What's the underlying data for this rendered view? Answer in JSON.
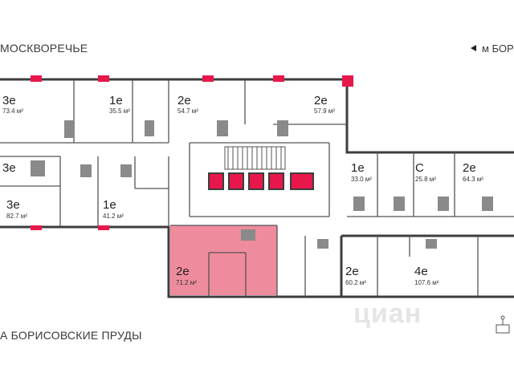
{
  "streets": {
    "top": "МОСКВОРЕЧЬЕ",
    "bottom": "А БОРИСОВСКИЕ ПРУДЫ"
  },
  "metro": {
    "label": "м БОР"
  },
  "watermark": "циан",
  "colors": {
    "highlight": "#ee8b9c",
    "accent": "#e8174b",
    "wall": "#3d3d3d",
    "fixture": "#8a8a8a"
  },
  "apartments": [
    {
      "type": "3е",
      "area": "73.4 м²",
      "highlighted": false
    },
    {
      "type": "1е",
      "area": "35.5 м²",
      "highlighted": false
    },
    {
      "type": "2е",
      "area": "54.7 м²",
      "highlighted": false
    },
    {
      "type": "2е",
      "area": "57.9 м²",
      "highlighted": false
    },
    {
      "type": "3е",
      "area": "",
      "highlighted": false
    },
    {
      "type": "1е",
      "area": "33.0 м²",
      "highlighted": false
    },
    {
      "type": "С",
      "area": "25.8 м²",
      "highlighted": false
    },
    {
      "type": "2е",
      "area": "64.3 м²",
      "highlighted": false
    },
    {
      "type": "3е",
      "area": "82.7 м²",
      "highlighted": false
    },
    {
      "type": "1е",
      "area": "41.2 м²",
      "highlighted": false
    },
    {
      "type": "2е",
      "area": "71.2 м²",
      "highlighted": true
    },
    {
      "type": "2е",
      "area": "60.2 м²",
      "highlighted": false
    },
    {
      "type": "4е",
      "area": "107.6 м²",
      "highlighted": false
    }
  ]
}
